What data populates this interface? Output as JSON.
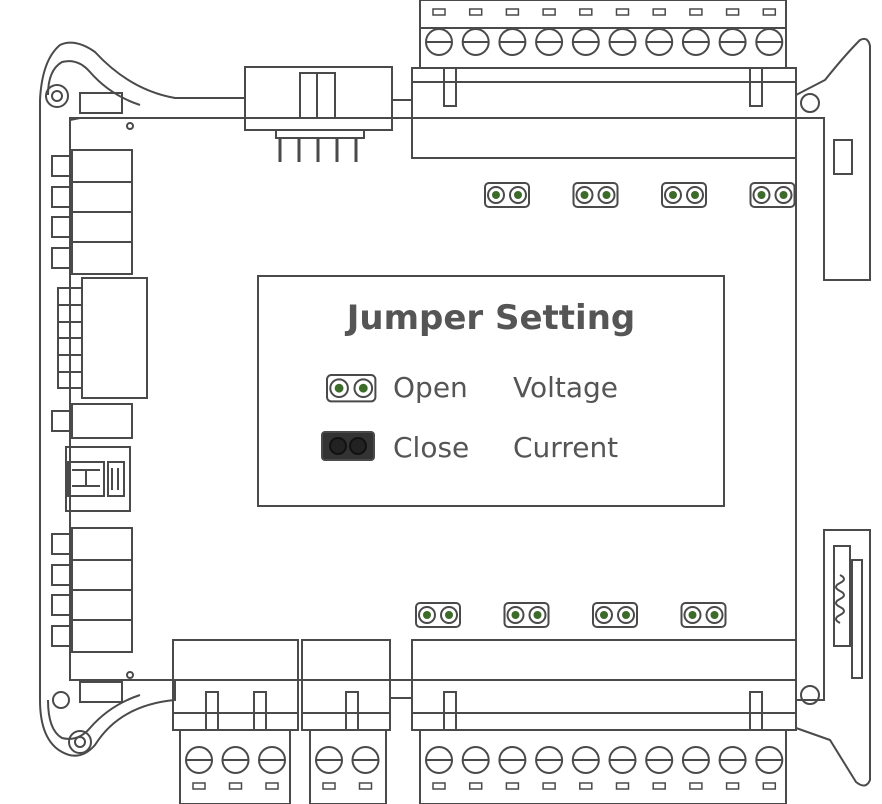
{
  "legend": {
    "title": "Jumper Setting",
    "rows": [
      {
        "state": "Open",
        "mode": "Voltage"
      },
      {
        "state": "Close",
        "mode": "Current"
      }
    ]
  },
  "colors": {
    "outline": "#4a4a4a",
    "jumper_pin": "#3d6b2a",
    "jumper_closed": "#333333",
    "text": "#555555"
  },
  "terminals": {
    "top_count": 10,
    "bottom_left_count": 3,
    "bottom_mid_count": 2,
    "bottom_right_count": 10
  },
  "jumpers": {
    "top_count": 4,
    "bottom_count": 4
  }
}
